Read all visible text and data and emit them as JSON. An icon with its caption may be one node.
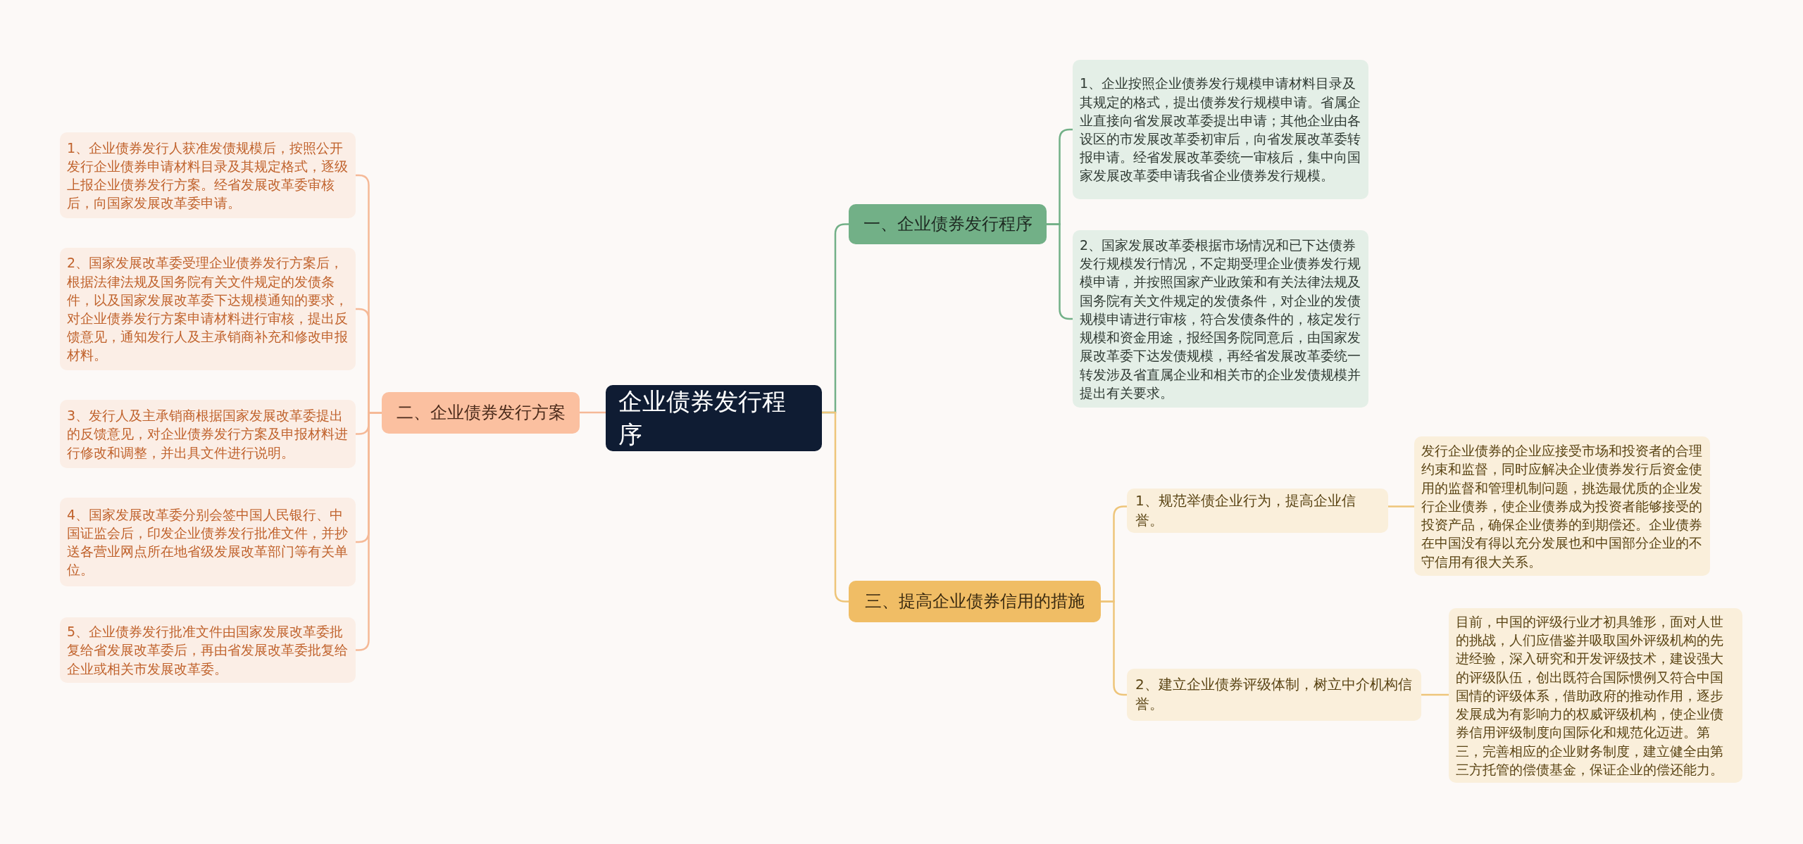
{
  "diagram": {
    "nodes": [
      {
        "text": [
          "企业债券发行程序"
        ]
      },
      {
        "text": [
          "一、企业债券发行程序"
        ]
      },
      {
        "text": [
          "1、企业按照企业债券发行规模申请材料目录及其规定的格式，提出债券发行规模申请。省属企业直接向省发展改革委提出申请；其他企业由各设区的市发展改革委初审后，向省发展改革委转报申请。经省发展改革委统一审核后，集中向国家发展改革委申请我省企业债券发行规模。"
        ]
      },
      {
        "text": [
          "2、国家发展改革委根据市场情况和已下达债券发行规模发行情况，不定期受理企业债券发行规模申请，并按照国家产业政策和有关法律法规及国务院有关文件规定的发债条件，对企业的发债规模申请进行审核，符合发债条件的，核定发行规模和资金用途，报经国务院同意后，由国家发展改革委下达发债规模，再经省发展改革委统一转发涉及省直属企业和相关市的企业发债规模并提出有关要求。"
        ]
      },
      {
        "text": [
          "二、企业债券发行方案"
        ]
      },
      {
        "text": [
          "1、企业债券发行人获准发债规模后，按照公开发行企业债券申请材料目录及其规定格式，逐级上报企业债券发行方案。经省发展改革委审核后，向国家发展改革委申请。"
        ]
      },
      {
        "text": [
          "2、国家发展改革委受理企业债券发行方案后，根据法律法规及国务院有关文件规定的发债条件，以及国家发展改革委下达规模通知的要求，对企业债券发行方案申请材料进行审核，提出反馈意见，通知发行人及主承销商补充和修改申报材料。"
        ]
      },
      {
        "text": [
          "3、发行人及主承销商根据国家发展改革委提出的反馈意见，对企业债券发行方案及申报材料进行修改和调整，并出具文件进行说明。"
        ]
      },
      {
        "text": [
          "4、国家发展改革委分别会签中国人民银行、中国证监会后，印发企业债券发行批准文件，并抄送各营业网点所在地省级发展改革部门等有关单位。"
        ]
      },
      {
        "text": [
          "5、企业债券发行批准文件由国家发展改革委批复给省发展改革委后，再由省发展改革委批复给企业或相关市发展改革委。"
        ]
      },
      {
        "text": [
          "三、提高企业债券信用的措施"
        ]
      },
      {
        "text": [
          "1、规范举债企业行为，提高企业信誉。"
        ]
      },
      {
        "text": [
          "发行企业债券的企业应接受市场和投资者的合理约束和监督，同时应解决企业债券发行后资金使用的监督和管理机制问题，挑选最优质的企业发行企业债券，使企业债券成为投资者能够接受的投资产品，确保企业债券的到期偿还。企业债券在中国没有得以充分发展也和中国部分企业的不守信用有很大关系。"
        ]
      },
      {
        "text": [
          "2、建立企业债券评级体制，树立中介机构信誉。"
        ]
      },
      {
        "text": [
          "目前，中国的评级行业才初具雏形，面对人世的挑战，人们应借鉴并吸取国外评级机构的先进经验，深入研究和开发评级技术，建设强大的评级队伍，创出既符合国际惯例又符合中国国情的评级体系，借助政府的推动作用，逐步发展成为有影响力的权威评级机构，使企业债券信用评级制度向国际化和规范化迈进。第三，完善相应的企业财务制度，建立健全由第三方托管的偿债基金，保证企业的偿还能力。"
        ]
      }
    ],
    "edges": [
      {
        "from": 0,
        "to": 1,
        "arrow": "none",
        "color": "#72b087"
      },
      {
        "from": 1,
        "to": 2,
        "arrow": "none",
        "color": "#72b087"
      },
      {
        "from": 1,
        "to": 3,
        "arrow": "none",
        "color": "#72b087"
      },
      {
        "from": 0,
        "to": 4,
        "arrow": "none"
      },
      {
        "from": 4,
        "to": 5,
        "arrow": "none"
      },
      {
        "from": 4,
        "to": 6,
        "arrow": "none"
      },
      {
        "from": 4,
        "to": 7,
        "arrow": "none"
      },
      {
        "from": 4,
        "to": 8,
        "arrow": "none"
      },
      {
        "from": 4,
        "to": 9,
        "arrow": "none"
      },
      {
        "from": 0,
        "to": 10,
        "arrow": "none",
        "color": "#eec57a"
      },
      {
        "from": 10,
        "to": 11,
        "arrow": "none",
        "color": "#eec57a"
      },
      {
        "from": 10,
        "to": 13,
        "arrow": "none",
        "color": "#eec57a"
      },
      {
        "from": 11,
        "to": 12,
        "arrow": "none",
        "color": "#eec57a"
      },
      {
        "from": 13,
        "to": 14,
        "arrow": "none",
        "color": "#eec57a"
      }
    ]
  }
}
